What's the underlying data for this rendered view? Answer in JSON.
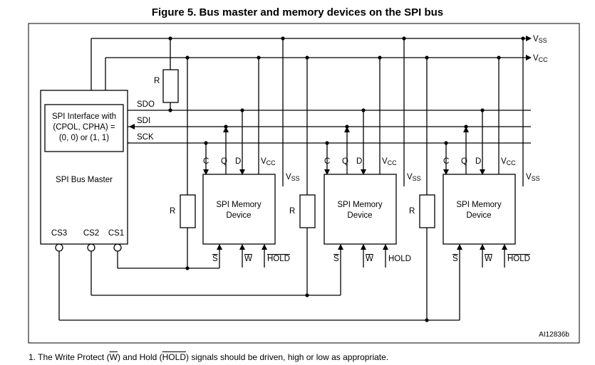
{
  "title": "Figure 5. Bus master and memory devices on the SPI bus",
  "rails": {
    "vss": "V",
    "vss_sub": "SS",
    "vcc": "V",
    "vcc_sub": "CC"
  },
  "master": {
    "interface_lines": [
      "SPI Interface with",
      "(CPOL, CPHA) =",
      "(0, 0) or (1, 1)"
    ],
    "name": "SPI Bus Master",
    "bus_labels": [
      "SDO",
      "SDI",
      "SCK"
    ],
    "cs_labels": [
      "CS3",
      "CS2",
      "CS1"
    ]
  },
  "resistor_label": "R",
  "devices": [
    {
      "name_lines": [
        "SPI Memory",
        "Device"
      ],
      "pins": [
        "C",
        "Q",
        "D"
      ],
      "vcc": "V",
      "vcc_sub": "CC",
      "vss": "V",
      "vss_sub": "SS",
      "s": "S",
      "w": "W",
      "hold": "HOLD",
      "hold_overline": true
    },
    {
      "name_lines": [
        "SPI Memory",
        "Device"
      ],
      "pins": [
        "C",
        "Q",
        "D"
      ],
      "vcc": "V",
      "vcc_sub": "CC",
      "vss": "V",
      "vss_sub": "SS",
      "s": "S",
      "w": "W",
      "hold": "HOLD",
      "hold_overline": false
    },
    {
      "name_lines": [
        "SPI Memory",
        "Device"
      ],
      "pins": [
        "C",
        "Q",
        "D"
      ],
      "vcc": "V",
      "vcc_sub": "CC",
      "vss": "V",
      "vss_sub": "SS",
      "s": "S",
      "w": "W",
      "hold": "HOLD",
      "hold_overline": true
    }
  ],
  "figure_id": "AI12836b",
  "footnote": {
    "prefix": "1.   The Write Protect (",
    "w": "W",
    "mid": ") and Hold (",
    "hold": "HOLD",
    "suffix": ") signals should be driven, high or low as appropriate."
  }
}
